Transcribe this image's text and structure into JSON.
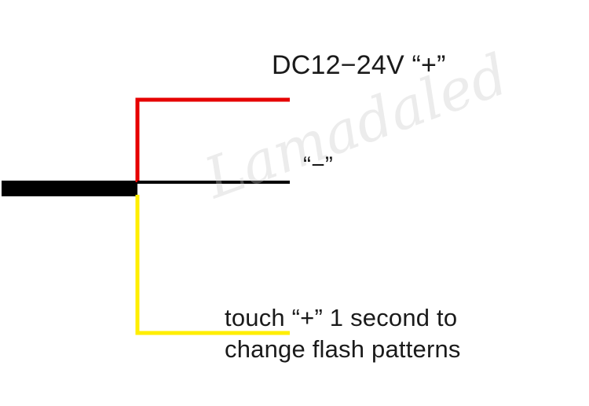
{
  "diagram": {
    "wires": [
      {
        "name": "red-wire",
        "color": "#e60000",
        "role": "positive"
      },
      {
        "name": "black-wire",
        "color": "#000000",
        "role": "negative"
      },
      {
        "name": "yellow-wire",
        "color": "#ffee00",
        "role": "touch"
      },
      {
        "name": "main-cable",
        "color": "#000000",
        "role": "trunk"
      }
    ],
    "labels": {
      "positive": "DC12−24V  “+”",
      "negative": "“−”",
      "touch_line1": "touch “+” 1 second to",
      "touch_line2": "change flash patterns"
    },
    "watermark": "Lamadaled"
  }
}
